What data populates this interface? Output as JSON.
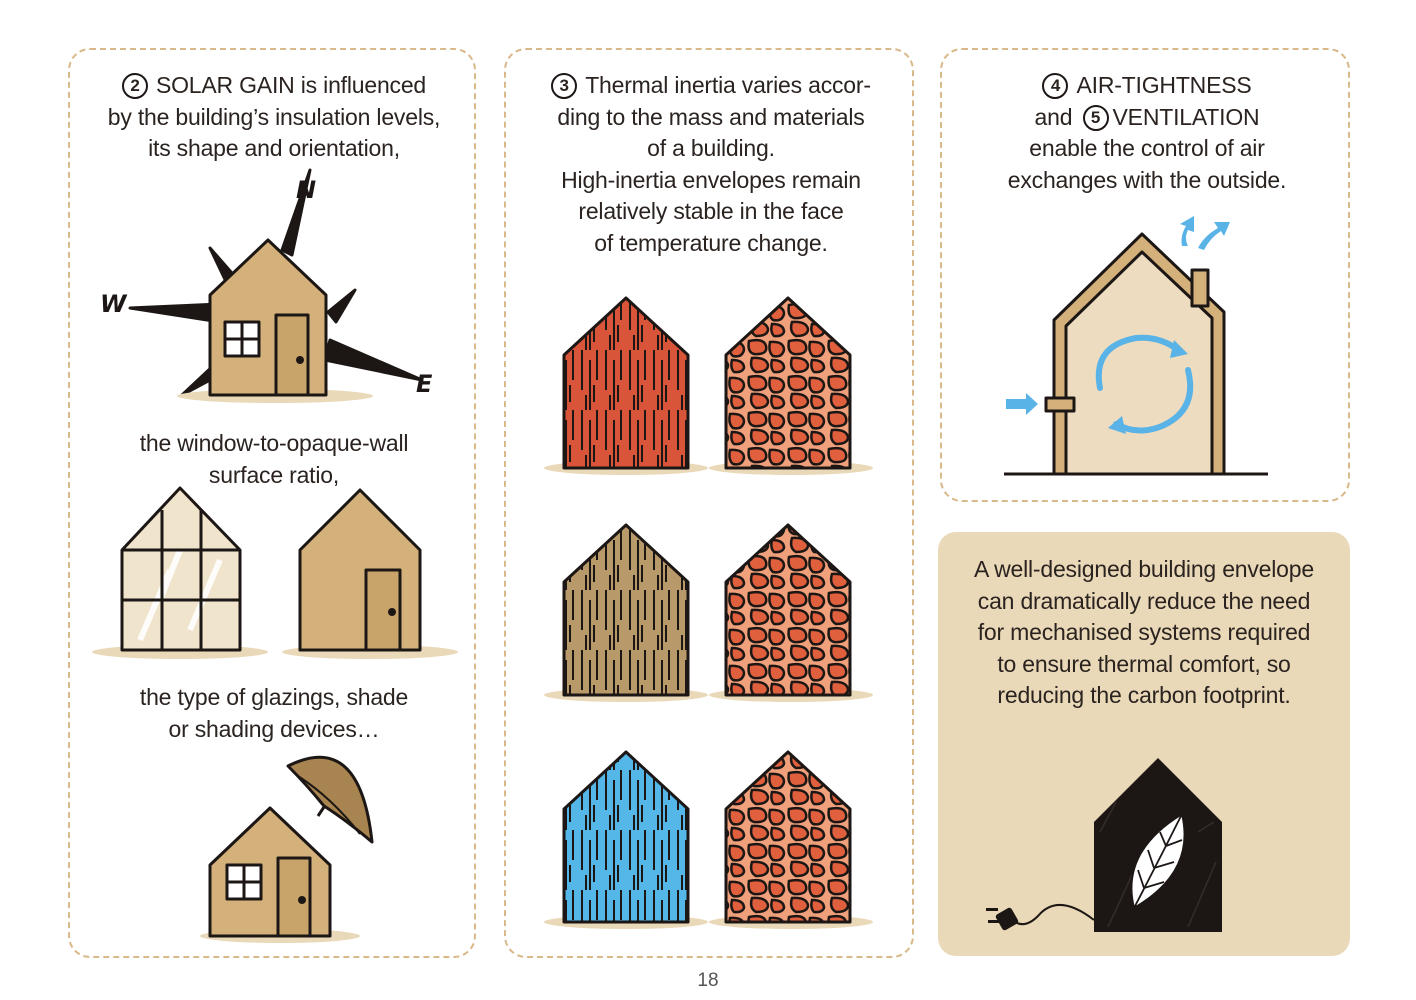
{
  "panel1": {
    "number": "2",
    "title_word": "SOLAR GAIN",
    "lines": [
      "is influenced",
      "by the building’s insulation levels,",
      "its shape and orientation,"
    ],
    "compass": {
      "north": "N",
      "west": "W",
      "east": "E"
    },
    "mid_text": [
      "the window-to-opaque-wall",
      "surface ratio,"
    ],
    "bottom_text": [
      "the type of glazings, shade",
      "or shading devices…"
    ]
  },
  "panel2": {
    "number": "3",
    "lines": [
      "Thermal inertia varies accor-",
      "ding to the mass and materials",
      "of a building.",
      "High-inertia envelopes remain",
      "relatively stable in the face",
      "of temperature change."
    ],
    "material_colors": {
      "red_wood": "#d9553a",
      "brown_wood": "#b89a6a",
      "blue_wood": "#55b6e8",
      "stone": "#e0603e"
    }
  },
  "panel3": {
    "number_a": "4",
    "heading_a": "AIR-TIGHTNESS",
    "and_word": "and",
    "number_b": "5",
    "heading_b": "VENTILATION",
    "lines": [
      "enable the control of air",
      "exchanges with the outside."
    ]
  },
  "panel4": {
    "lines": [
      "A well-designed building envelope",
      "can dramatically reduce the need",
      "for mechanised systems required",
      "to ensure thermal comfort, so",
      "reducing the carbon footprint."
    ],
    "background": "#ead9b8"
  },
  "page_number": "18",
  "colors": {
    "border": "#d9b88a",
    "house": "#d4b07a",
    "ink": "#1c1715",
    "arrow": "#5ab3e6"
  }
}
